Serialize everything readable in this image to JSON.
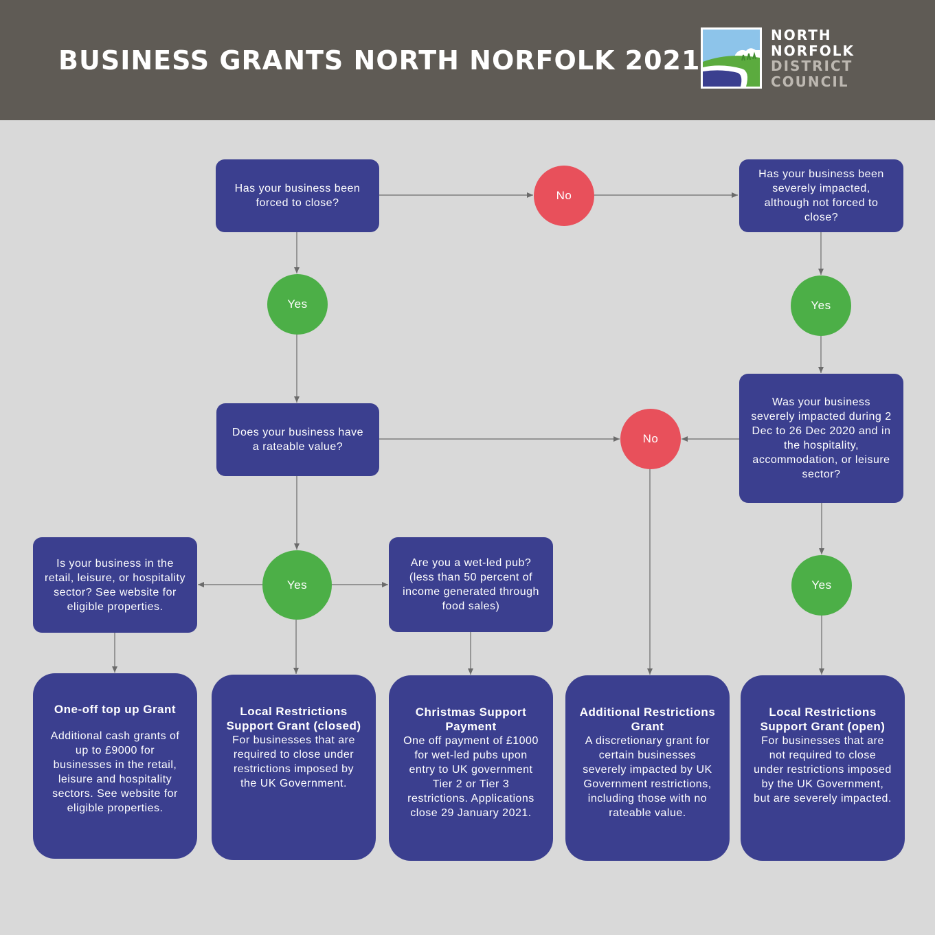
{
  "header": {
    "title": "BUSINESS GRANTS NORTH NORFOLK 2021",
    "logo_lines": [
      "NORTH",
      "NORFOLK",
      "DISTRICT",
      "COUNCIL"
    ]
  },
  "colors": {
    "header_bg": "#5f5b55",
    "page_bg": "#d9d9d9",
    "box": "#3b3f8f",
    "no": "#e8505b",
    "yes": "#4caf47",
    "connector": "#6b6b6b"
  },
  "questions": {
    "forced_close": "Has your business been forced to close?",
    "severely_impacted": "Has your business been severely impacted, although not forced to close?",
    "rateable_value": "Does your business have a rateable value?",
    "dec_impacted": "Was your business severely impacted during 2 Dec to 26 Dec 2020 and in the hospitality, accommodation, or leisure sector?",
    "retail_sector": "Is your business in the retail, leisure, or hospitality sector? See website for eligible properties.",
    "wet_led_pub": "Are you a wet-led pub? (less than 50 percent of income generated through food sales)"
  },
  "answers": {
    "no": "No",
    "yes": "Yes"
  },
  "outcomes": {
    "topup": {
      "title": "One-off top up Grant",
      "body": "Additional cash grants of up to £9000 for businesses in the retail, leisure and hospitality sectors. See website for eligible properties."
    },
    "lrsg_closed": {
      "title": "Local Restrictions Support Grant (closed)",
      "body": "For businesses that are required to close under restrictions imposed by the UK Government."
    },
    "christmas": {
      "title": "Christmas Support Payment",
      "body": "One off payment of £1000 for wet-led pubs upon entry to UK government Tier 2 or Tier 3 restrictions. Applications close 29 January 2021."
    },
    "arg": {
      "title": "Additional Restrictions Grant",
      "body": "A discretionary grant for certain businesses severely impacted by UK Government restrictions, including those with no rateable value."
    },
    "lrsg_open": {
      "title": "Local Restrictions Support Grant (open)",
      "body": "For businesses that are not required to close under restrictions imposed by the UK Government, but are severely impacted."
    }
  }
}
